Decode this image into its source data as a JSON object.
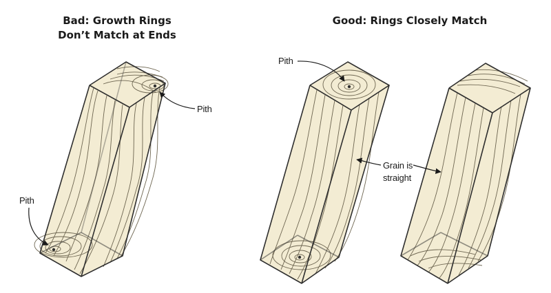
{
  "panels": {
    "bad": {
      "heading_line1": "Bad: Growth Rings",
      "heading_line2": "Don’t Match at Ends",
      "pith_top": "Pith",
      "pith_bottom": "Pith"
    },
    "good": {
      "heading": "Good: Rings Closely Match",
      "pith": "Pith",
      "grain_line1": "Grain is",
      "grain_line2": "straight"
    }
  },
  "colors": {
    "wood": "#f3ecd3",
    "grain": "#6d6550",
    "edge": "#2e2e2e"
  }
}
